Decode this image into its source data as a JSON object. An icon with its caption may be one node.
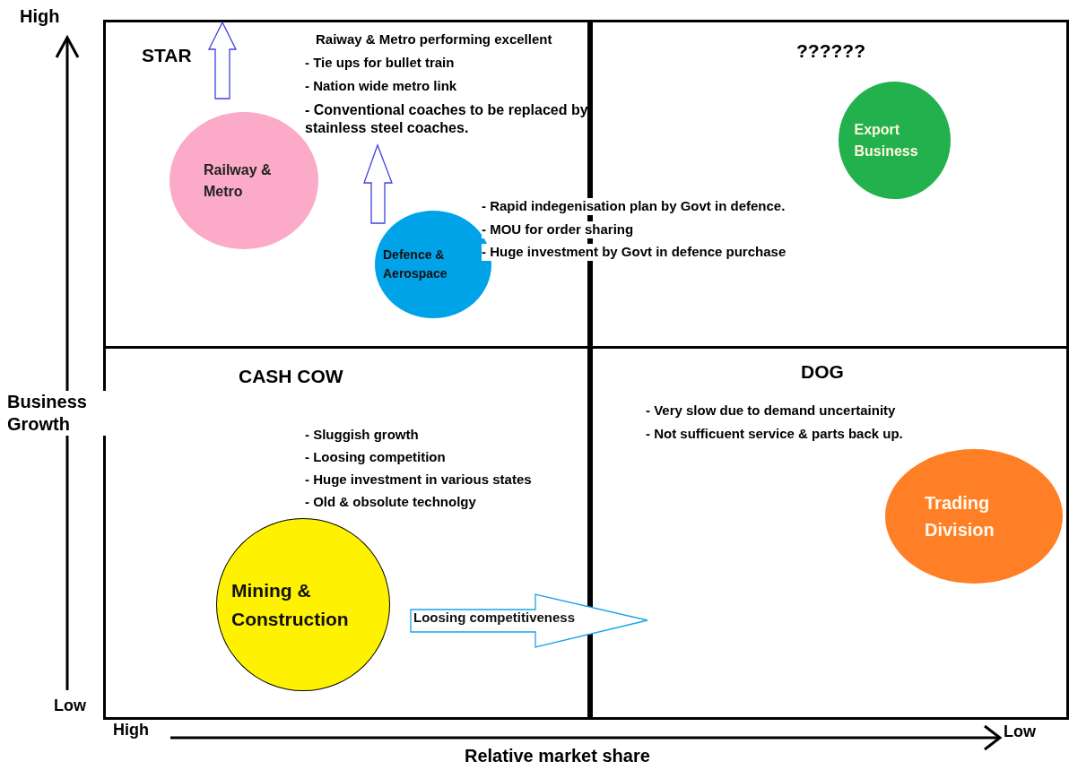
{
  "diagram": {
    "nodes": [
      {
        "text": [
          "STAR"
        ]
      },
      {
        "text": [
          "??????"
        ]
      },
      {
        "text": [
          "CASH COW"
        ]
      },
      {
        "text": [
          "DOG"
        ]
      },
      {
        "text": [
          "Railway & Metro"
        ],
        "in": 0
      },
      {
        "text": [
          "Defence & Aerospace"
        ],
        "in": 0
      },
      {
        "text": [
          "Export Business"
        ],
        "in": 1
      },
      {
        "text": [
          "Mining & Construction"
        ],
        "in": 2
      },
      {
        "text": [
          "Trading Division"
        ],
        "in": 3
      },
      {
        "text": [
          "Loosing competitiveness"
        ]
      }
    ],
    "labels": [
      "High",
      "Business Growth",
      "Low",
      "High",
      "Low",
      "Relative market share",
      "Raiway & Metro performing excellent",
      "- Tie ups for bullet train",
      "- Nation wide metro link",
      "- Conventional coaches to be replaced by stainless steel coaches.",
      "- Rapid indegenisation plan by Govt in defence.",
      "- MOU for order sharing",
      "- Huge investment by Govt in defence purchase",
      "- Sluggish growth",
      "- Loosing competition",
      "- Huge investment in various states",
      "- Old & obsolute technolgy",
      "- Very slow due to demand uncertainity",
      "- Not sufficuent service & parts back up."
    ]
  }
}
